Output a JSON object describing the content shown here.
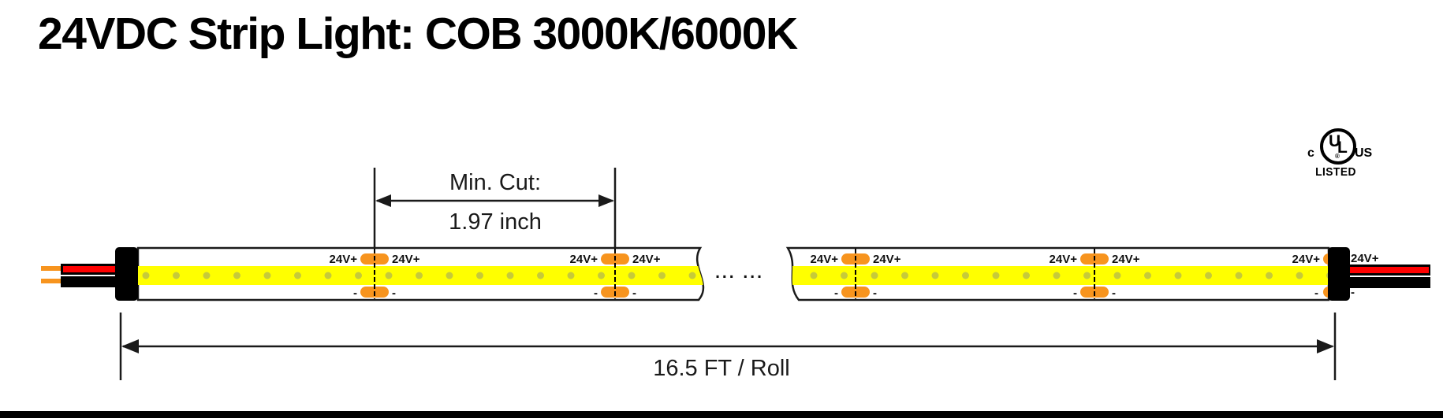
{
  "title": "24VDC Strip Light: COB 3000K/6000K",
  "certification": {
    "c_label": "c",
    "mark_u": "U",
    "mark_l": "L",
    "registered_symbol": "®",
    "us_label": "US",
    "listed_label": "LISTED"
  },
  "dimensions": {
    "min_cut": {
      "label": "Min. Cut:",
      "value": "1.97 inch"
    },
    "roll_length": {
      "label": "16.5 FT / Roll"
    }
  },
  "strip": {
    "pad_positive_label": "24V+",
    "pad_negative_label": "-",
    "break_dots": "... ...",
    "colors": {
      "body_yellow": "#FFFF00",
      "led_dot": "#c6ca3a",
      "pad_orange": "#F7941E",
      "wire_red": "#FF0000",
      "wire_black": "#000000",
      "wire_tip_orange": "#F7941E",
      "outline": "#1a1a1a"
    }
  },
  "wires": {
    "right_positive_label": "24V+",
    "right_negative_label": "-"
  }
}
